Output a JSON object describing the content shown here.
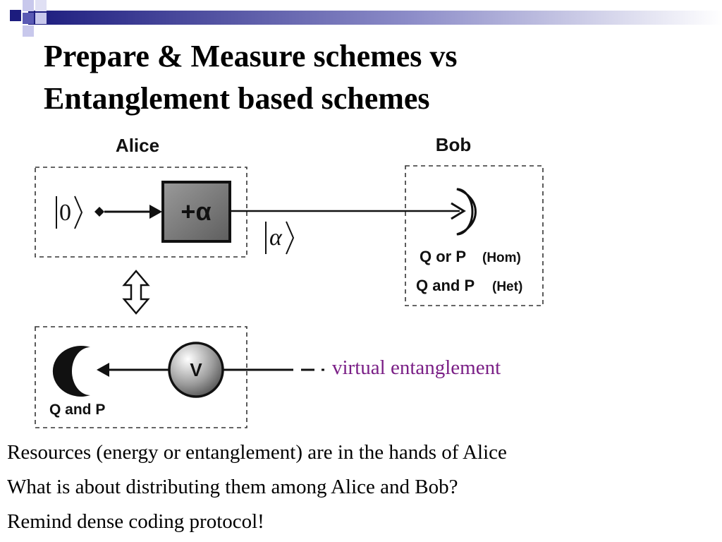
{
  "slide": {
    "title_line1": "Prepare & Measure schemes vs",
    "title_line2": "Entanglement based schemes"
  },
  "diagram": {
    "alice_label": "Alice",
    "bob_label": "Bob",
    "ket_zero": "0",
    "displacement_label": "+α",
    "ket_alpha": "α",
    "bob_measurement_hom": "Q or P",
    "bob_measurement_hom_tag": "(Hom)",
    "bob_measurement_het": "Q and P",
    "bob_measurement_het_tag": "(Het)",
    "node_v_label": "V",
    "lower_measurement": "Q and P",
    "virtual_label": "virtual entanglement"
  },
  "bullets": [
    "Resources (energy or entanglement) are in the hands of Alice",
    "What is about distributing them among Alice and Bob?",
    "Remind dense coding protocol!"
  ],
  "colors": {
    "title": "#000000",
    "virtual_label": "#7a1f86",
    "deco_dark": "#1c1c7e",
    "deco_mid": "#8a8ad0",
    "box_fill": "#7a7a7a"
  }
}
